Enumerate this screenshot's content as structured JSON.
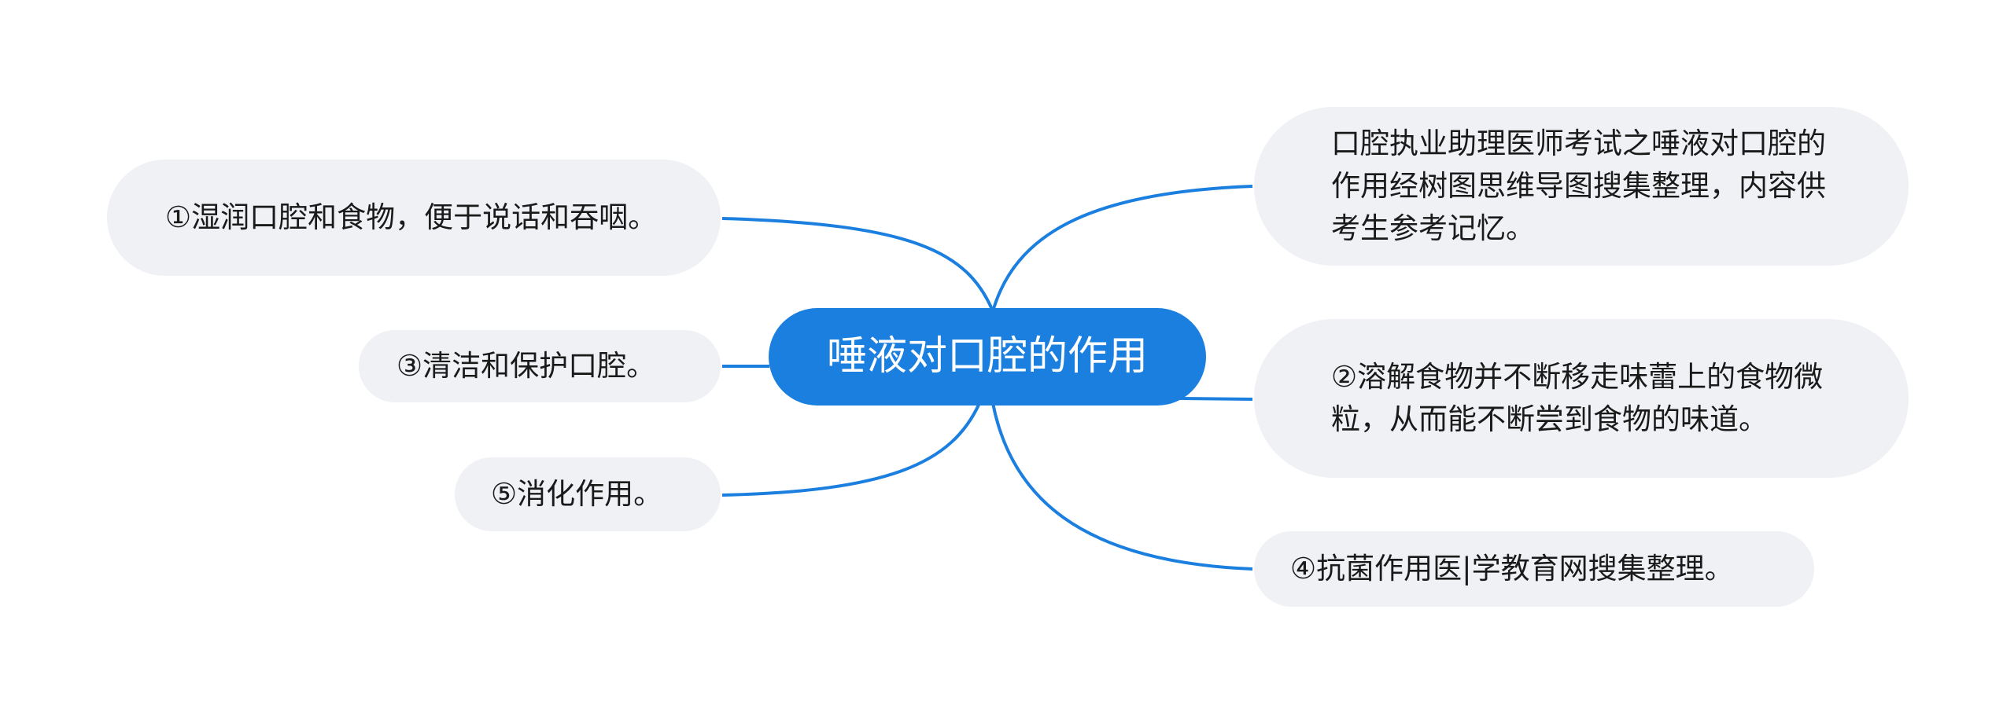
{
  "colors": {
    "center_fill": "#1b7fe0",
    "center_text": "#ffffff",
    "branch_fill": "#eff1f4",
    "branch_text": "#1a1a1a",
    "connector": "#1b7fe0",
    "background": "#ffffff"
  },
  "center": {
    "title": "唾液对口腔的作用"
  },
  "branches": {
    "left_1": "①湿润口腔和食物，便于说话和吞咽。",
    "left_2": "③清洁和保护口腔。",
    "left_3": "⑤消化作用。",
    "right_1": "口腔执业助理医师考试之唾液对口腔的作用经树图思维导图搜集整理，内容供考生参考记忆。",
    "right_2": "②溶解食物并不断移走味蕾上的食物微粒，从而能不断尝到食物的味道。",
    "right_3": "④抗菌作用医|学教育网搜集整理。"
  }
}
